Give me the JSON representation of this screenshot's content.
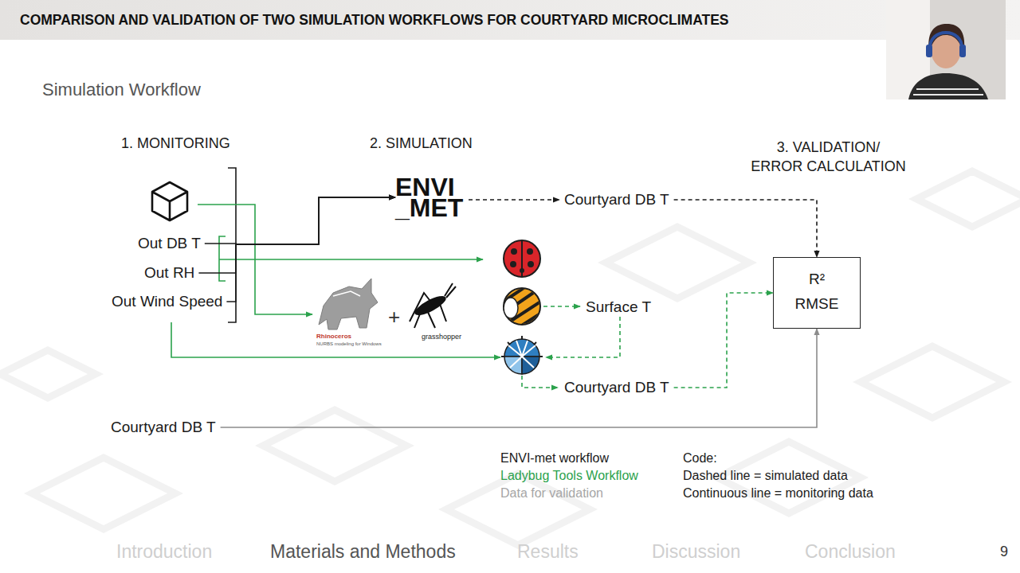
{
  "diagram": {
    "title": "COMPARISON AND VALIDATION OF TWO SIMULATION WORKFLOWS FOR COURTYARD MICROCLIMATES",
    "nodes": [
      {
        "text": [
          "Out DB T"
        ]
      },
      {
        "text": [
          "Out RH"
        ]
      },
      {
        "text": [
          "Out Wind Speed"
        ]
      },
      {
        "text": [
          "ENVI _MET"
        ]
      },
      {
        "text": [
          "Courtyard DB T"
        ]
      },
      {
        "text": [
          "Surface T"
        ]
      },
      {
        "text": [
          "Courtyard DB T"
        ]
      },
      {
        "text": [
          "R²",
          "RMSE"
        ]
      },
      {
        "text": [
          "Courtyard DB T"
        ]
      }
    ],
    "edges": [
      {
        "from": 0,
        "to": 3,
        "arrow": "to"
      },
      {
        "from": 1,
        "to": 3,
        "arrow": "to"
      },
      {
        "from": 2,
        "to": 3,
        "arrow": "to"
      },
      {
        "from": 3,
        "to": 4,
        "arrow": "to"
      },
      {
        "from": 4,
        "to": 7,
        "arrow": "to"
      },
      {
        "from": 6,
        "to": 7,
        "arrow": "to"
      },
      {
        "from": 8,
        "to": 7,
        "arrow": "to"
      }
    ],
    "labels": [
      "Simulation Workflow",
      "1. MONITORING",
      "2. SIMULATION",
      "3. VALIDATION/ ERROR CALCULATION",
      "Rhinoceros",
      "NURBS modeling for Windows",
      "+",
      "grasshopper",
      "Code:",
      "Dashed line = simulated data",
      "Continuous line = monitoring data",
      "Introduction",
      "Materials and Methods",
      "Results",
      "Discussion",
      "Conclusion",
      "9"
    ],
    "legend": [
      {
        "text": "ENVI-met workflow",
        "color": "#1a1a1a"
      },
      {
        "text": "Ladybug Tools Workflow",
        "color": "#2ba24c"
      },
      {
        "text": "Data for validation",
        "color": "#a6a6a6"
      }
    ]
  }
}
